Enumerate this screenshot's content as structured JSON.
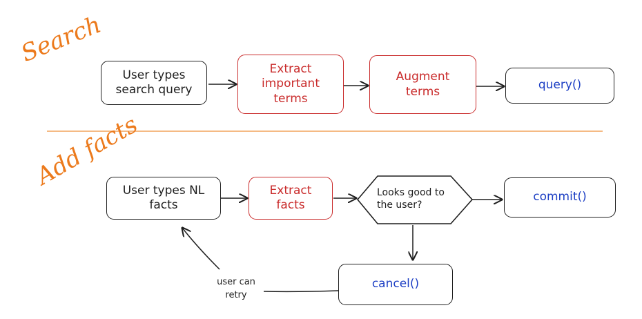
{
  "search": {
    "title": "Search",
    "steps": {
      "user_input": "User types\nsearch query",
      "extract": "Extract\nimportant\nterms",
      "augment": "Augment\nterms",
      "query": "query()"
    }
  },
  "add_facts": {
    "title": "Add facts",
    "steps": {
      "user_input": "User types NL\nfacts",
      "extract": "Extract\nfacts",
      "decision": "Looks good to\nthe user?",
      "commit": "commit()",
      "cancel": "cancel()"
    },
    "retry_note": "user can\nretry"
  },
  "colors": {
    "title": "#ec7a1c",
    "stroke": "#1e1e1e",
    "red_step": "#c92a2a",
    "function_call": "#1d3fc4",
    "divider": "#f2a35c"
  }
}
